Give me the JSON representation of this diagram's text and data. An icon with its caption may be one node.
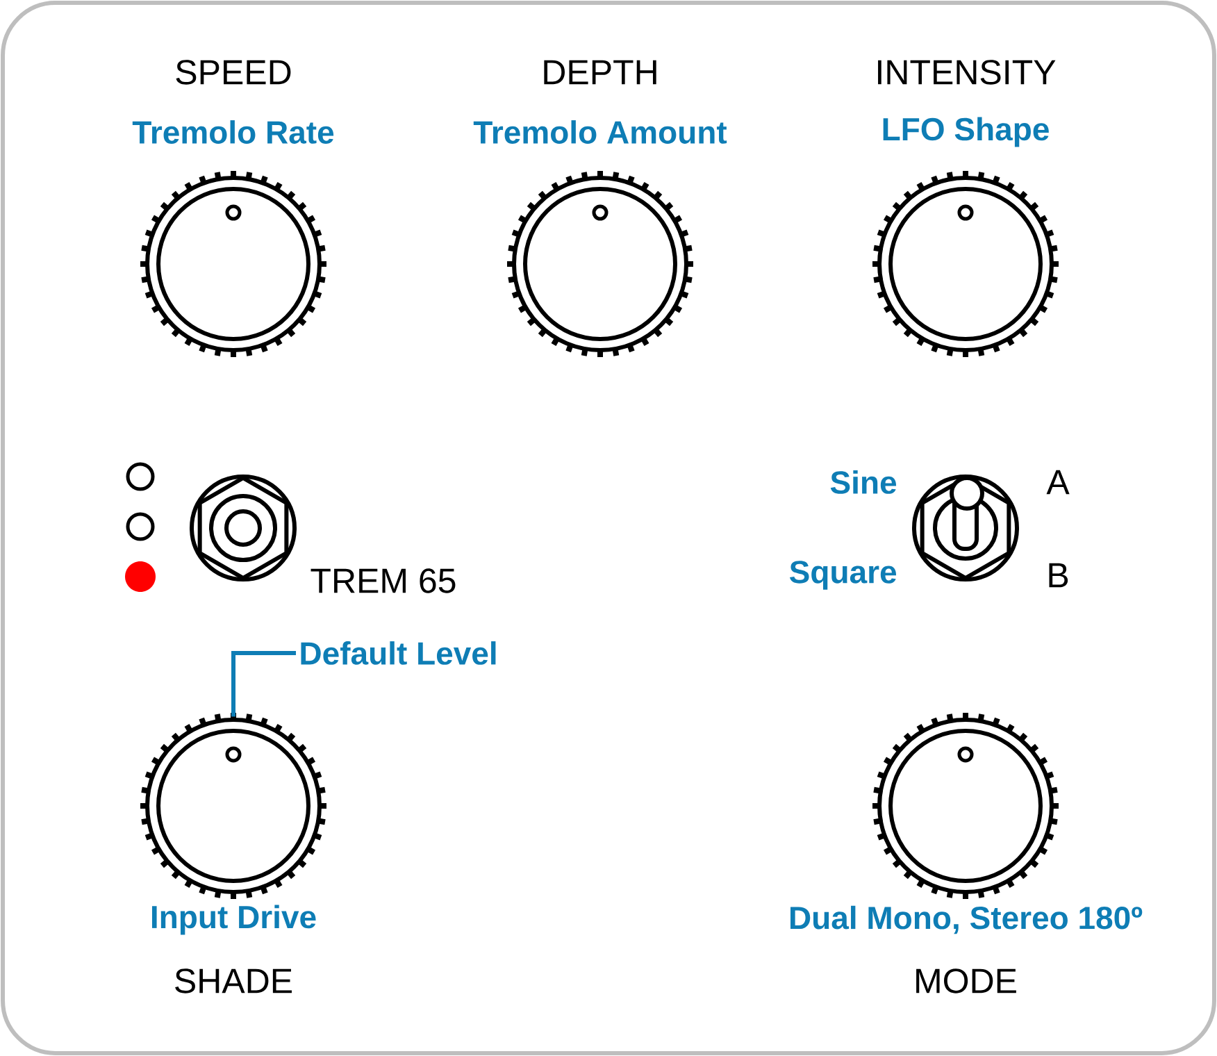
{
  "diagram": {
    "nodes": [
      {
        "text": [
          "SPEED",
          "Tremolo Rate"
        ]
      },
      {
        "text": [
          "DEPTH",
          "Tremolo Amount"
        ]
      },
      {
        "text": [
          "INTENSITY",
          "LFO Shape"
        ]
      },
      {
        "text": [
          "Default Level"
        ]
      },
      {
        "text": [
          "Input Drive",
          "SHADE"
        ]
      },
      {
        "text": [
          "Dual Mono, Stereo 180º",
          "MODE"
        ]
      }
    ],
    "edges": [
      {
        "from": 3,
        "to": 4,
        "arrow": "none",
        "color": "#0e7db5"
      }
    ],
    "labels": [
      "Sine",
      "A",
      "TREM 65",
      "Square",
      "B"
    ]
  }
}
